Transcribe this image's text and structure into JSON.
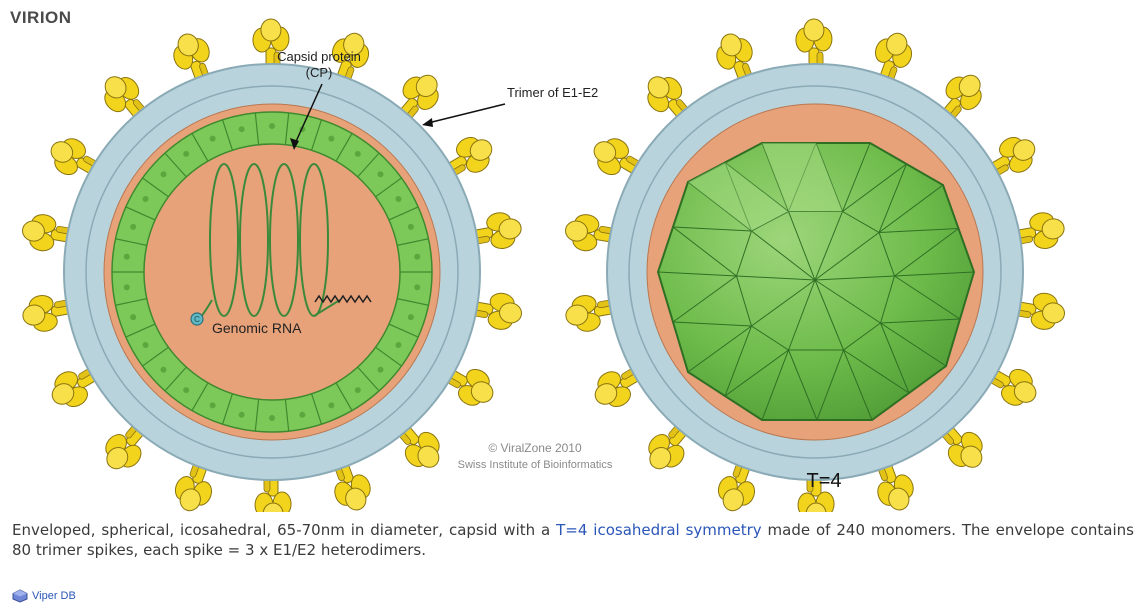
{
  "page": {
    "heading": "VIRION"
  },
  "figure": {
    "labels": {
      "capsid_protein_line1": "Capsid protein",
      "capsid_protein_line2": "(CP)",
      "trimer": "Trimer of E1-E2",
      "genomic_rna": "Genomic RNA",
      "c_marker": "C",
      "t_number": "T=4"
    },
    "copyright": {
      "line1": "© ViralZone 2010",
      "line2": "Swiss Institute of Bioinformatics"
    },
    "colors": {
      "envelope": "#b9d3dc",
      "envelope_edge": "#8aaab6",
      "tan": "#e8a27a",
      "capsid_green": "#7cc95a",
      "capsid_dark": "#3e8a2e",
      "spike_yellow": "#f2d41c",
      "spike_edge": "#8a7410",
      "rna": "#3b8a3b"
    },
    "spike_count_per_particle": 18
  },
  "description": {
    "part1": "Enveloped, spherical, icosahedral, 65-70nm in diameter, capsid with a ",
    "link": "T=4 icosahedral symmetry",
    "part2": " made of 240 monomers. The envelope contains 80 trimer spikes, each spike = 3 x E1/E2 heterodimers."
  },
  "viper": {
    "label": "Viper DB",
    "icon": "viperdb-logo-icon"
  }
}
